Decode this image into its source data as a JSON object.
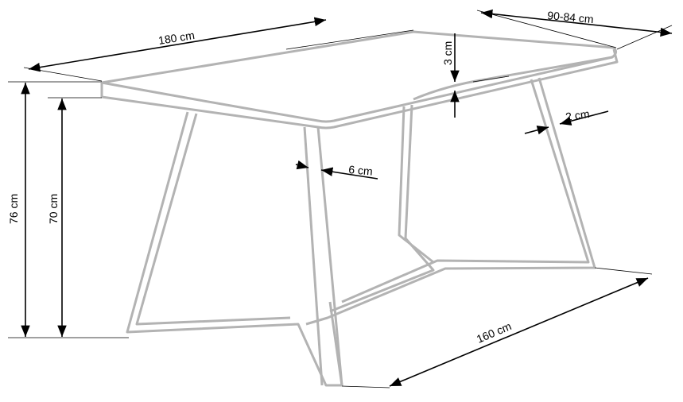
{
  "title": "Table dimensions drawing",
  "dimensions": {
    "length": "180 cm",
    "width": "90-84 cm",
    "top_thickness": "3 cm",
    "leg_profile_small": "2 cm",
    "leg_profile_large": "6 cm",
    "total_height": "76 cm",
    "underframe_height": "70 cm",
    "base_length": "160 cm"
  },
  "colors": {
    "outline": "#b3b3b3",
    "dimension": "#000000"
  }
}
